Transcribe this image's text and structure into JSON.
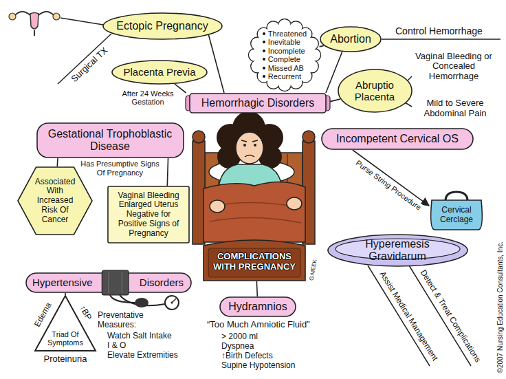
{
  "diagram": {
    "nodes": [
      {
        "text": [
          "Ectopic Pregnancy"
        ]
      },
      {
        "text": [
          "Threatened",
          "Inevitable",
          "Incomplete",
          "Complete",
          "Missed AB",
          "Recurrent"
        ]
      },
      {
        "text": [
          "Abortion"
        ]
      },
      {
        "text": [
          "Placenta Previa"
        ]
      },
      {
        "text": [
          "Hemorrhagic Disorders"
        ]
      },
      {
        "text": [
          "Abruptio Placenta"
        ]
      },
      {
        "text": [
          "Gestational Trophoblastic Disease"
        ]
      },
      {
        "text": [
          "Incompetent Cervical OS"
        ]
      },
      {
        "text": [
          "Associated With Increased Risk Of Cancer"
        ]
      },
      {
        "text": [
          "Vaginal Bleeding",
          "Enlarged Uterus",
          "Negative for Positive Signs of Pregnancy"
        ]
      },
      {
        "text": [
          "Cervical Cerclage"
        ]
      },
      {
        "text": [
          "COMPLICATIONS WITH PREGNANCY"
        ]
      },
      {
        "text": [
          "Hyperemesis Gravidarum"
        ]
      },
      {
        "text": [
          "Hypertensive",
          "Disorders"
        ]
      },
      {
        "text": [
          "Triad Of Symptoms"
        ]
      },
      {
        "text": [
          "Hydramnios"
        ]
      }
    ],
    "edges": [
      {
        "from": 4,
        "to": 0,
        "arrow": "none"
      },
      {
        "from": 4,
        "to": 3,
        "arrow": "none"
      },
      {
        "from": 4,
        "to": 2,
        "arrow": "none"
      },
      {
        "from": 4,
        "to": 5,
        "arrow": "none"
      },
      {
        "from": 2,
        "to": 1,
        "arrow": "none"
      },
      {
        "from": 6,
        "to": 8,
        "arrow": "none"
      },
      {
        "from": 6,
        "to": 9,
        "arrow": "none"
      },
      {
        "from": 7,
        "to": 10,
        "label": "Purse String Procedure",
        "arrow": "to"
      },
      {
        "from": 13,
        "to": 14,
        "arrow": "none"
      },
      {
        "from": 11,
        "to": 15,
        "arrow": "none"
      }
    ],
    "labels": [
      "Surgical TX",
      "After 24 Weeks Gestation",
      "Control Hemorrhage",
      "Vaginal Bleeding or Concealed Hemorrhage",
      "Mild to Severe Abdominal Pain",
      "Has Presumptive Signs Of Pregnancy",
      "Edema",
      "↑BP",
      "Proteinuria",
      "Preventative Measures:",
      "Watch Salt Intake",
      "I & O",
      "Elevate Extremities",
      "“Too Much Amniotic Fluid”",
      "> 2000 ml",
      "Dyspnea",
      "↑Birth Defects",
      "Supine Hypotension",
      "Detect & Treat Complications",
      "Assist Medical Management",
      "©2007 Nursing Education Consultants, Inc.",
      "G.MEEK"
    ]
  }
}
